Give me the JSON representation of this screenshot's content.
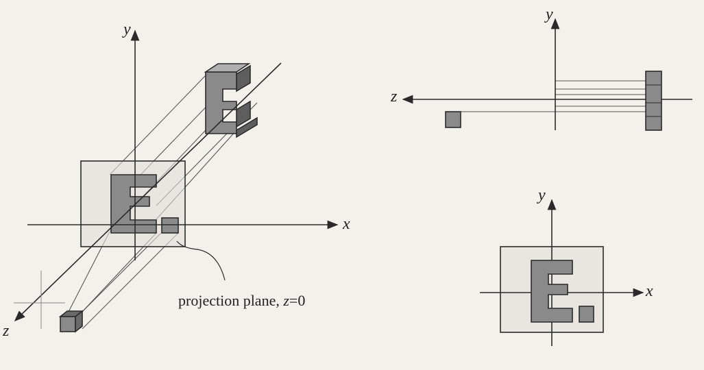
{
  "perspective_view": {
    "axis_y": "y",
    "axis_x": "x",
    "axis_z": "z",
    "caption_prefix": "projection plane, ",
    "caption_var": "z",
    "caption_suffix": "=0"
  },
  "side_view": {
    "axis_y": "y",
    "axis_z": "z"
  },
  "front_view": {
    "axis_y": "y",
    "axis_x": "x"
  },
  "colors": {
    "fill": "#8a8a8a",
    "ink": "#2a2a2a",
    "plane": "#c8c6c2"
  }
}
